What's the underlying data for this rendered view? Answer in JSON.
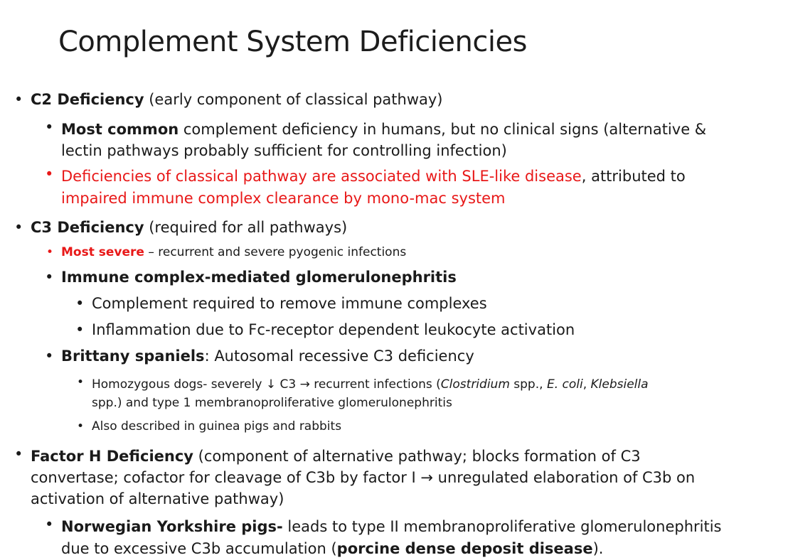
{
  "slide": {
    "title": "Complement System Deficiencies",
    "c2": {
      "heading": "C2 Deficiency",
      "note": " (early component of classical pathway)",
      "common_bold": "Most common",
      "common_rest": " complement deficiency in humans, but no clinical signs (alternative &",
      "common_line2": "lectin pathways probably sufficient for controlling infection)",
      "sle_red1": "Deficiencies of classical pathway are associated with SLE-like disease",
      "sle_rest1": ", attributed to",
      "sle_red2": "impaired immune complex clearance by mono-mac system"
    },
    "c3": {
      "heading": "C3 Deficiency",
      "note": " (required for all pathways)",
      "severe_red": "Most severe",
      "severe_rest": " – recurrent and severe pyogenic infections",
      "gn_bold": "Immune complex-mediated glomerulonephritis",
      "gn_sub1": "Complement required to remove immune complexes",
      "gn_sub2": "Inflammation due to Fc-receptor dependent leukocyte activation",
      "brit_bold": "Brittany spaniels",
      "brit_rest": ": Autosomal recessive C3 deficiency",
      "homo_a": "Homozygous dogs- severely ↓ C3 ",
      "arrow": "→",
      "homo_b": " recurrent infections (",
      "clostridium": "Clostridium",
      "homo_c": " spp., ",
      "ecoli": "E. coli",
      "homo_d": ", ",
      "klebsiella": "Klebsiella",
      "homo_line2": "spp.) and type 1 membranoproliferative glomerulonephritis",
      "guinea": "Also described in guinea pigs and rabbits"
    },
    "fh": {
      "heading": "Factor H Deficiency",
      "note1": " (component of alternative pathway; blocks formation of C3",
      "line2a": "convertase; cofactor for cleavage of C3b by factor I ",
      "arrow": "→",
      "line2b": " unregulated elaboration of C3b on",
      "line3": "activation of alternative pathway)",
      "pigs_bold": "Norwegian Yorkshire pigs-",
      "pigs_rest": " leads to type II membranoproliferative glomerulonephritis",
      "pigs_line2a": "due to excessive C3b accumulation (",
      "pigs_line2_bold": "porcine dense deposit disease",
      "pigs_line2b": ")."
    },
    "bullet_glyph": "•"
  }
}
